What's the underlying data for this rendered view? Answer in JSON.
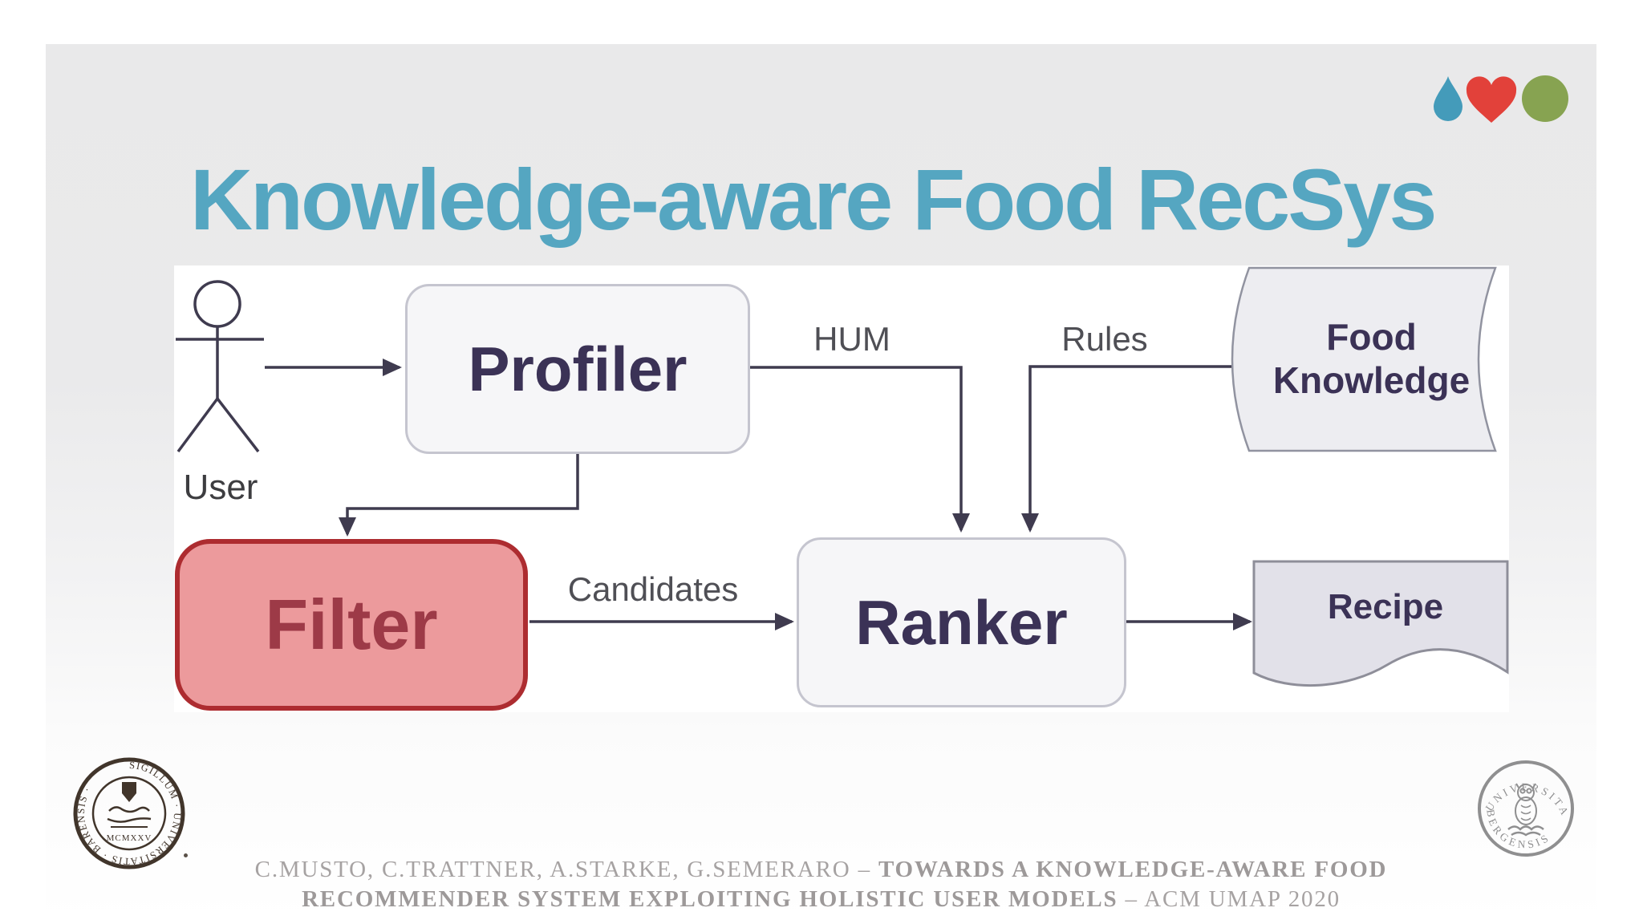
{
  "slide": {
    "title": "Knowledge-aware Food RecSys",
    "title_color": "#55a6c1",
    "background_top": "#e9e9ea",
    "background_bottom": "#ffffff",
    "panel_background": "#ffffff"
  },
  "decor": {
    "icons": [
      {
        "name": "water-drop-icon",
        "color": "#449bba"
      },
      {
        "name": "heart-icon",
        "color": "#e2413a"
      },
      {
        "name": "circle-icon",
        "color": "#87a351"
      }
    ]
  },
  "diagram": {
    "actor": {
      "label": "User"
    },
    "nodes": {
      "profiler": {
        "label": "Profiler",
        "type": "process",
        "fill": "#f6f6f8",
        "border": "#c5c5cf",
        "text_color": "#3b3256"
      },
      "filter": {
        "label": "Filter",
        "type": "process-highlighted",
        "fill": "#ec9a9c",
        "border": "#ad2c30",
        "text_color": "#9d3a47"
      },
      "ranker": {
        "label": "Ranker",
        "type": "process",
        "fill": "#f6f6f8",
        "border": "#c5c5cf",
        "text_color": "#3b3256"
      },
      "food_knowledge": {
        "label_line1": "Food",
        "label_line2": "Knowledge",
        "type": "stored-data",
        "fill": "#ededf1",
        "border": "#9193a0",
        "text_color": "#3b3256"
      },
      "recipe": {
        "label": "Recipe",
        "type": "document",
        "fill": "#e2e1e9",
        "border": "#8e8e99",
        "text_color": "#3b3256"
      }
    },
    "edges": {
      "hum": "HUM",
      "rules": "Rules",
      "candidates": "Candidates"
    },
    "flow": [
      {
        "from": "User",
        "to": "Profiler",
        "label": ""
      },
      {
        "from": "Profiler",
        "to": "Ranker",
        "label": "HUM"
      },
      {
        "from": "Food Knowledge",
        "to": "Ranker",
        "label": "Rules"
      },
      {
        "from": "Profiler",
        "to": "Filter",
        "label": ""
      },
      {
        "from": "Filter",
        "to": "Ranker",
        "label": "Candidates"
      },
      {
        "from": "Ranker",
        "to": "Recipe",
        "label": ""
      }
    ],
    "line_color": "#3f3b4f"
  },
  "logos": {
    "bari": {
      "ring_text": "SIGILLUM · UNIVERSITATIS · BARENSIS ·",
      "year": "MCMXXV",
      "color": "#41352b"
    },
    "bergen": {
      "top_text": "UNIVERSITAS",
      "bottom_text": "BERGENSIS",
      "color": "#8f8f90"
    }
  },
  "citation": {
    "l1_regular": "C.MUSTO, C.TRATTNER, A.STARKE, G.SEMERARO – ",
    "l1_bold": "TOWARDS A KNOWLEDGE-AWARE FOOD",
    "l2_bold": "RECOMMENDER SYSTEM EXPLOITING HOLISTIC USER MODELS",
    "l2_regular": " – ACM UMAP 2020"
  }
}
